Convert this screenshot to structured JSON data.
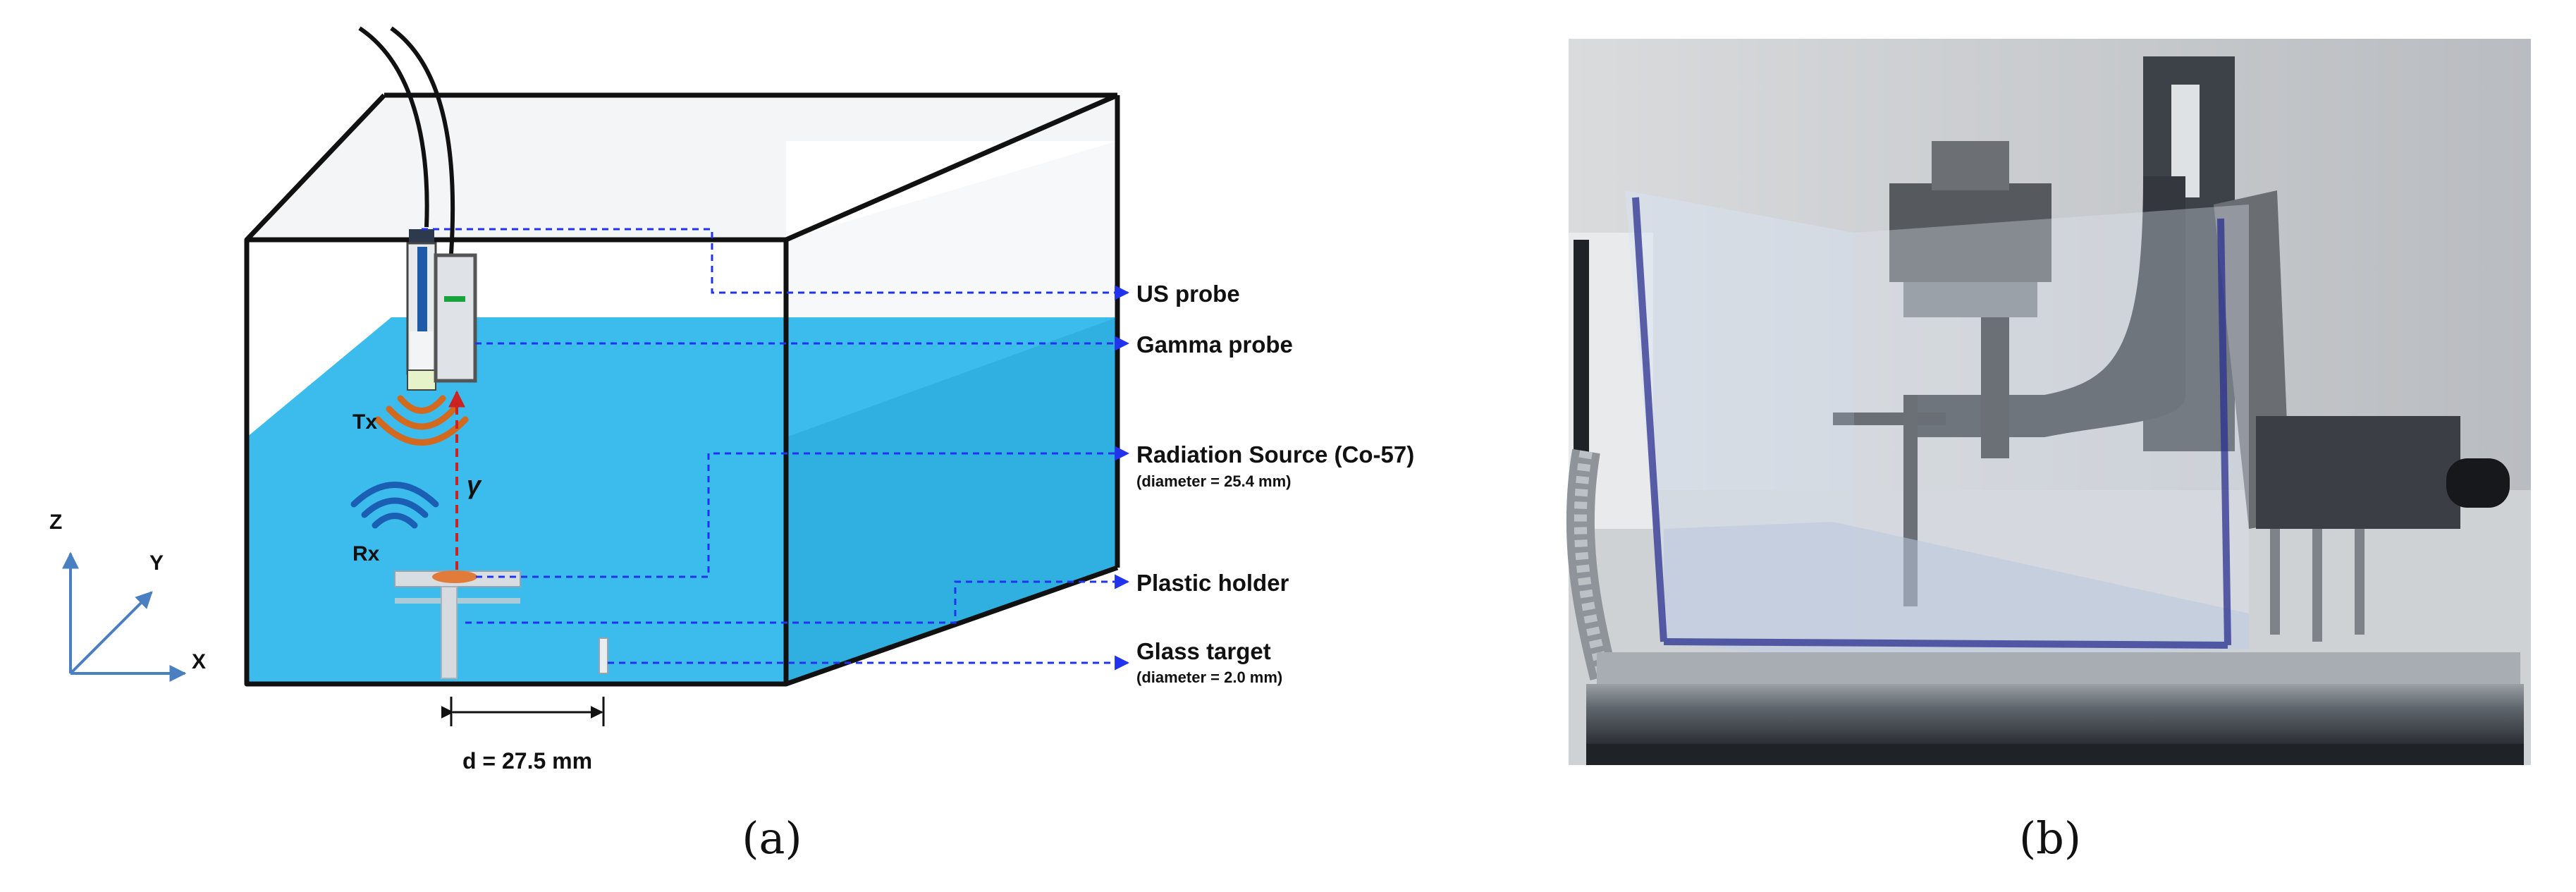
{
  "diagram": {
    "labels": {
      "us_probe": "US probe",
      "gamma_probe": "Gamma probe",
      "radiation_source": "Radiation Source (Co-57)",
      "radiation_source_note": "(diameter = 25.4 mm)",
      "plastic_holder": "Plastic holder",
      "glass_target": "Glass target",
      "glass_target_note": "(diameter = 2.0 mm)",
      "tx": "Tx",
      "rx": "Rx",
      "gamma": "γ",
      "distance": "d = 27.5 mm"
    },
    "axes": {
      "z": "Z",
      "y": "Y",
      "x": "X"
    }
  },
  "captions": {
    "a": "(a)",
    "b": "(b)"
  },
  "colors": {
    "water": "#3bbcec",
    "leader_line": "#2233ee",
    "gamma_path": "#cc2222",
    "signal": "#d2691e",
    "rx_signal": "#1a5fb4",
    "axis": "#4a7fc1"
  }
}
